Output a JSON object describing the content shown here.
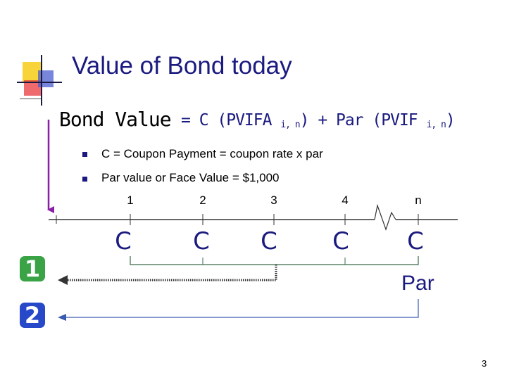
{
  "slide": {
    "title": "Value of Bond today",
    "page_number": "3"
  },
  "formula": {
    "label": "Bond Value",
    "rhs_parts": [
      "= C (PVIFA ",
      "i, n",
      ") + Par (PVIF ",
      "i, n",
      ")"
    ]
  },
  "bullets": [
    "C = Coupon Payment = coupon rate x par",
    "Par value or Face Value = $1,000"
  ],
  "timeline": {
    "periods": [
      "1",
      "2",
      "3",
      "4",
      "n"
    ],
    "cash_flow_label": "C",
    "par_label": "Par"
  },
  "badges": [
    "1",
    "2"
  ],
  "colors": {
    "title": "#1a1a80",
    "accent_purple": "#8b1ea6",
    "badge_green": "#3aa346",
    "badge_blue": "#2748c8",
    "deco_yellow": "#f7d43a",
    "deco_red": "#e8383c",
    "deco_blue": "#4a5ecf"
  }
}
